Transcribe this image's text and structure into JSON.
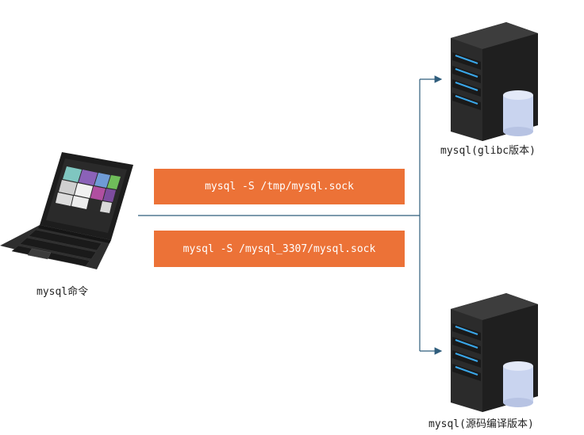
{
  "client": {
    "label": "mysql命令",
    "icon": "laptop-icon"
  },
  "commands": [
    {
      "text": "mysql -S /tmp/mysql.sock"
    },
    {
      "text": "mysql -S /mysql_3307/mysql.sock"
    }
  ],
  "servers": [
    {
      "label": "mysql(glibc版本)",
      "icon": "server-database-icon"
    },
    {
      "label": "mysql(源码编译版本)",
      "icon": "server-database-icon"
    }
  ],
  "colors": {
    "command_box": "#ec7237",
    "connector": "#2f5d7c",
    "server_body": "#2b2b2b",
    "server_led": "#3aa6e8",
    "database": "#c9d4ef"
  }
}
